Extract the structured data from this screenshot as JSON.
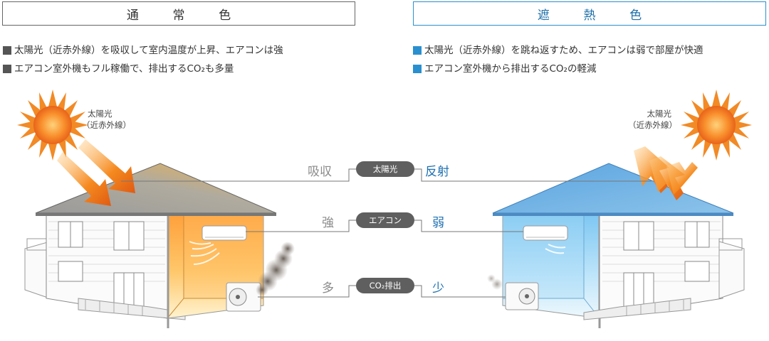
{
  "left": {
    "title": "通　常　色",
    "bullets": [
      "太陽光（近赤外線）を吸収して室内温度が上昇、エアコンは強",
      "エアコン室外機もフル稼働で、排出するCO₂も多量"
    ],
    "sun_label_line1": "太陽光",
    "sun_label_line2": "（近赤外線）"
  },
  "right": {
    "title": "遮　熱　色",
    "bullets": [
      "太陽光（近赤外線）を跳ね返すため、エアコンは弱で部屋が快適",
      "エアコン室外機から排出するCO₂の軽減"
    ],
    "sun_label_line1": "太陽光",
    "sun_label_line2": "（近赤外線）"
  },
  "comparison": [
    {
      "left": "吸収",
      "center": "太陽光",
      "right": "反射"
    },
    {
      "left": "強",
      "center": "エアコン",
      "right": "弱"
    },
    {
      "left": "多",
      "center": "CO₂排出",
      "right": "少"
    }
  ],
  "colors": {
    "left_accent": "#555555",
    "right_accent": "#2a8fcf",
    "pill": "#5f5f5f",
    "warm_room": "#ffb347",
    "cool_room": "#8fd0f5"
  }
}
